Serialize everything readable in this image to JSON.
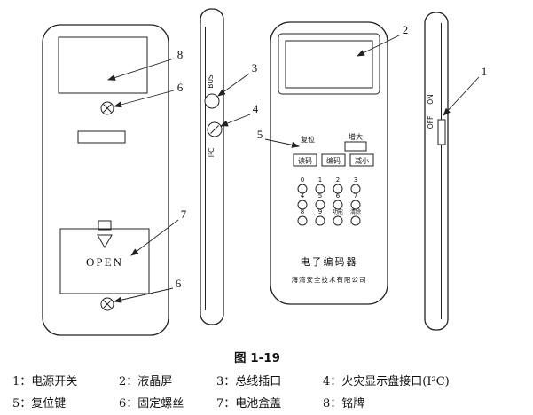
{
  "figure": {
    "caption": "图 1-19"
  },
  "callouts": {
    "power_switch": "1",
    "lcd": "2",
    "bus_socket": "3",
    "i2c_port": "4",
    "reset_key": "5",
    "screw_top": "6",
    "screw_bottom": "6",
    "battery_cover": "7",
    "nameplate": "8"
  },
  "back_view": {
    "open_label": "OPEN"
  },
  "side_view": {
    "bus_label": "BUS",
    "i2c_label": "I²C"
  },
  "front_view": {
    "buttons": {
      "reset": "复位",
      "increase": "增大",
      "read_code": "读码",
      "write_code": "编码",
      "decrease": "减小"
    },
    "keypad": [
      "0",
      "1",
      "2",
      "3",
      "4",
      "5",
      "6",
      "7",
      "8",
      "9",
      "功能",
      "清除"
    ],
    "device_name": "电子编码器",
    "company": "海湾安全技术有限公司"
  },
  "right_view": {
    "on_label": "ON",
    "off_label": "OFF"
  },
  "legend": {
    "items": [
      "1：电源开关",
      "2：液晶屏",
      "3：总线插口",
      "4：火灾显示盘接口(I²C)",
      "5：复位键",
      "6：固定螺丝",
      "7：电池盒盖",
      "8：铭牌"
    ]
  }
}
